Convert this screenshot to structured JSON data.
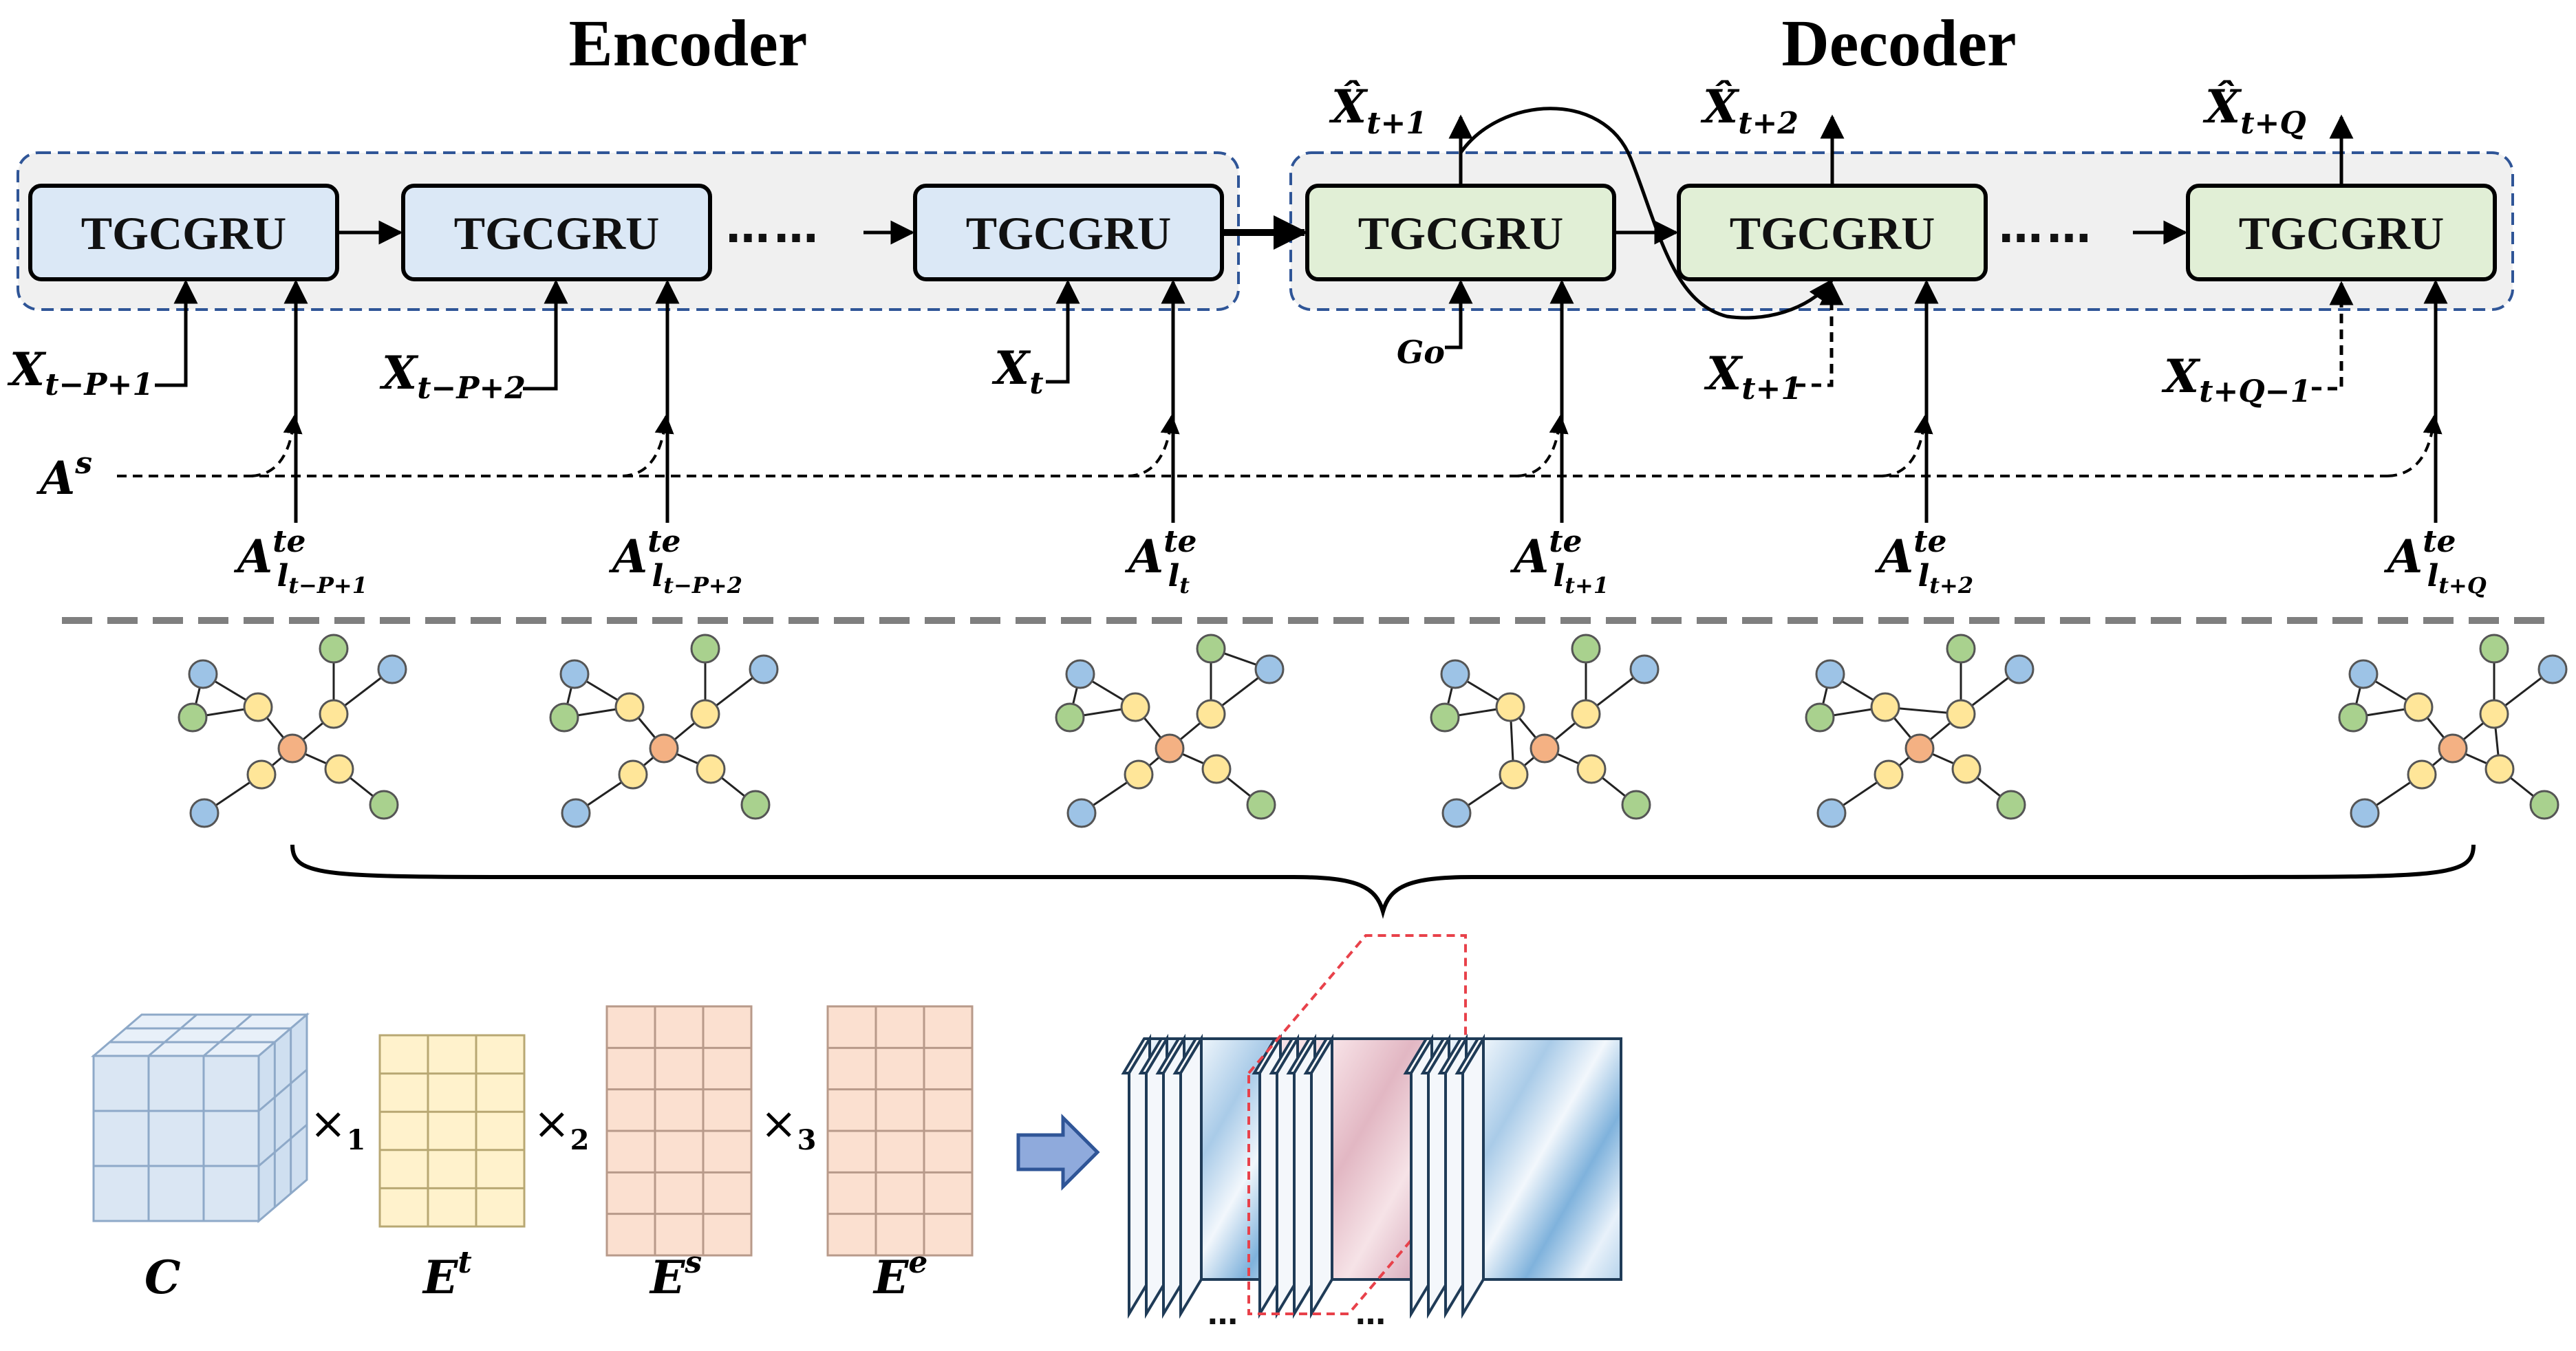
{
  "titles": {
    "encoder": "Encoder",
    "decoder": "Decoder"
  },
  "cell_label": "TGCGRU",
  "colors": {
    "encoder_cell": "#dbe8f6",
    "decoder_cell": "#e1efd6",
    "group_bg": "#f0f0f0",
    "group_border": "#2f5597",
    "node_blue": "#9dc3e6",
    "node_green": "#a9d18e",
    "node_yellow": "#ffe699",
    "node_orange": "#f4b183",
    "tensor_blue": "#dae6f3",
    "tensor_yellow": "#fff2cc",
    "tensor_peach": "#fbe0d0",
    "highlight_red": "#e8414a"
  },
  "ellipsis": "……",
  "go_label": "Go",
  "static_adj": {
    "main": "A",
    "sup": "s"
  },
  "encoder_inputs": [
    {
      "main": "X",
      "sub": "t−P+1"
    },
    {
      "main": "X",
      "sub": "t−P+2"
    },
    {
      "main": "X",
      "sub": "t"
    }
  ],
  "decoder_inputs": [
    {
      "main": "X",
      "sub": "t+1"
    },
    {
      "main": "X",
      "sub": "t+Q−1"
    }
  ],
  "decoder_outputs": [
    {
      "main": "X̂",
      "sub": "t+1"
    },
    {
      "main": "X̂",
      "sub": "t+2"
    },
    {
      "main": "X̂",
      "sub": "t+Q"
    }
  ],
  "temporal_adj": [
    {
      "main": "A",
      "sup": "te",
      "sub": "l",
      "subsub": "t−P+1"
    },
    {
      "main": "A",
      "sup": "te",
      "sub": "l",
      "subsub": "t−P+2"
    },
    {
      "main": "A",
      "sup": "te",
      "sub": "l",
      "subsub": "t"
    },
    {
      "main": "A",
      "sup": "te",
      "sub": "l",
      "subsub": "t+1"
    },
    {
      "main": "A",
      "sup": "te",
      "sub": "l",
      "subsub": "t+2"
    },
    {
      "main": "A",
      "sup": "te",
      "sub": "l",
      "subsub": "t+Q"
    }
  ],
  "tensor_terms": [
    {
      "main": "C",
      "sup": ""
    },
    {
      "main": "E",
      "sup": "t"
    },
    {
      "main": "E",
      "sup": "s"
    },
    {
      "main": "E",
      "sup": "e"
    }
  ],
  "mode_products": [
    {
      "op": "×",
      "sub": "1"
    },
    {
      "op": "×",
      "sub": "2"
    },
    {
      "op": "×",
      "sub": "3"
    }
  ],
  "stack_ellipsis": "…"
}
